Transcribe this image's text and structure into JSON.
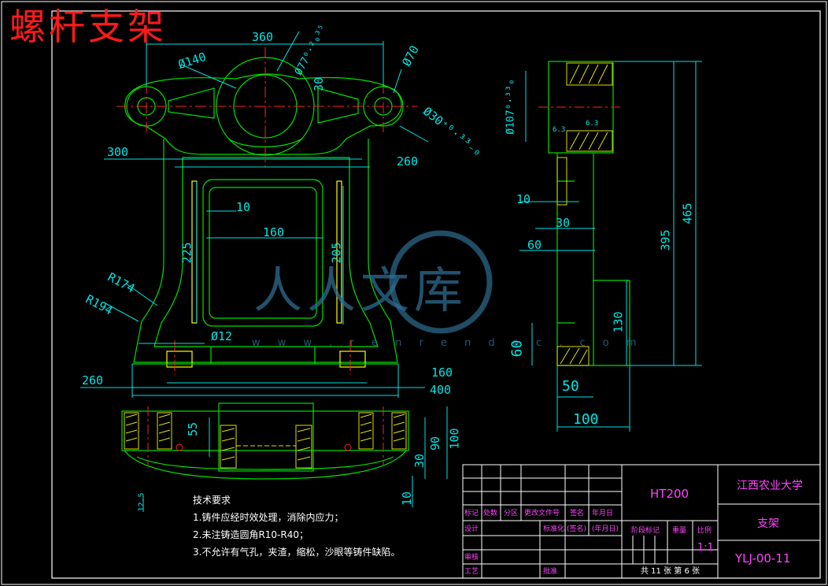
{
  "title": "螺杆支架",
  "watermark": {
    "text": "人人文库",
    "url": "w w w . r e n r e n d o c . c o m"
  },
  "dimensions": {
    "d360": "360",
    "d140": "Ø140",
    "d77": "Ø77⁰·²₀³⁵",
    "d30": "30",
    "d70": "Ø70",
    "d30tol": "Ø30⁺⁰·³³₋₀",
    "d300": "300",
    "d260a": "260",
    "d10a": "10",
    "d160a": "160",
    "d225": "225",
    "d205": "205",
    "r174": "R174",
    "r194": "R194",
    "d12": "Ø12",
    "d160b": "160",
    "d260b": "260",
    "d400": "400",
    "d55": "55",
    "d90": "90",
    "d100a": "100",
    "d30c": "30",
    "d10c": "10",
    "d125": "12.5",
    "d107": "Ø107⁰·³³₀",
    "d63a": "6.3",
    "d63b": "6.3",
    "d10b": "10",
    "d30b": "30",
    "d60a": "60",
    "d395": "395",
    "d465": "465",
    "d130": "130",
    "d60b": "60",
    "d50": "50",
    "d100b": "100"
  },
  "notes": {
    "heading": "技术要求",
    "items": [
      "1.铸件应经时效处理，消除内应力；",
      "2.未注铸造圆角R10-R40；",
      "3.不允许有气孔，夹渣，缩松，沙眼等铸件缺陷。"
    ]
  },
  "title_block": {
    "material": "HT200",
    "school": "江西农业大学",
    "part_name": "支架",
    "drawing_no": "YLJ-00-11",
    "scale": "1:1",
    "sheets": "共 11 张 第 6 张",
    "labels": {
      "mark": "标记",
      "count": "处数",
      "zone": "分区",
      "change_doc": "更改文件号",
      "signature": "签名",
      "date": "年月日",
      "design": "设计",
      "standard": "标准化",
      "sign2": "(签名)",
      "date2": "(年月日)",
      "stage": "阶段标记",
      "weight": "重量",
      "ratio": "比例",
      "review": "审核",
      "process": "工艺",
      "approve": "批准"
    }
  },
  "colors": {
    "outline": "#00e000",
    "dimension": "#00e5e5",
    "centerline": "#ff2020",
    "hatch": "#e0e000",
    "frame": "#ffffff",
    "title_red": "#ff1a1a"
  }
}
